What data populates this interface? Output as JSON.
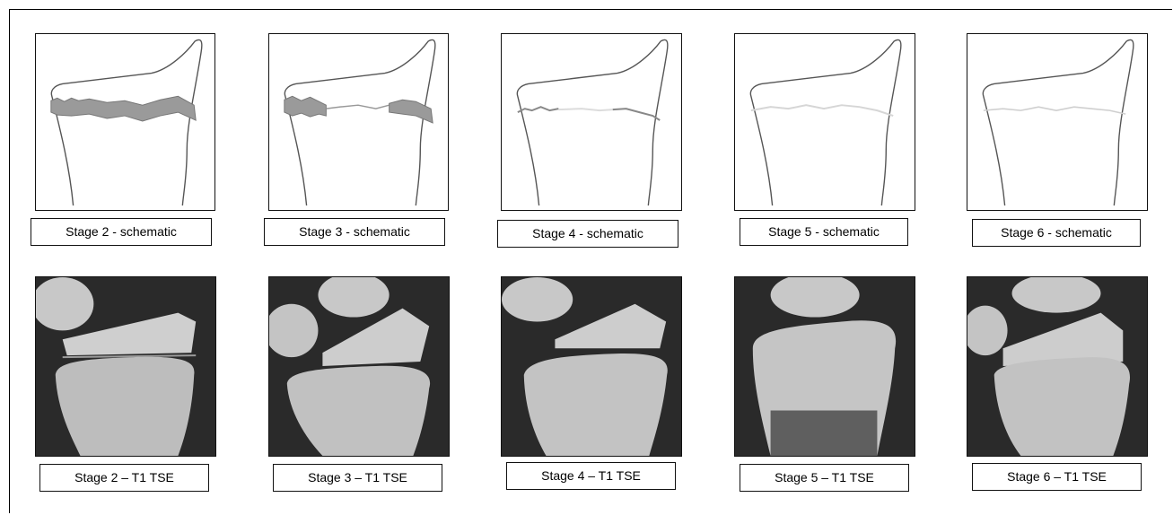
{
  "schematic_captions": [
    "Stage 2 - schematic",
    "Stage 3 - schematic",
    "Stage 4 - schematic",
    "Stage 5 - schematic",
    "Stage 6 - schematic"
  ],
  "mri_captions": [
    "Stage 2 – T1 TSE",
    "Stage 3 – T1 TSE",
    "Stage 4 – T1 TSE",
    "Stage 5 – T1 TSE",
    "Stage 6 – T1 TSE"
  ],
  "colors": {
    "outline": "#555555",
    "growth_plate_fill": "#9a9a9a",
    "growth_plate_faint": "#d6d6d6"
  }
}
